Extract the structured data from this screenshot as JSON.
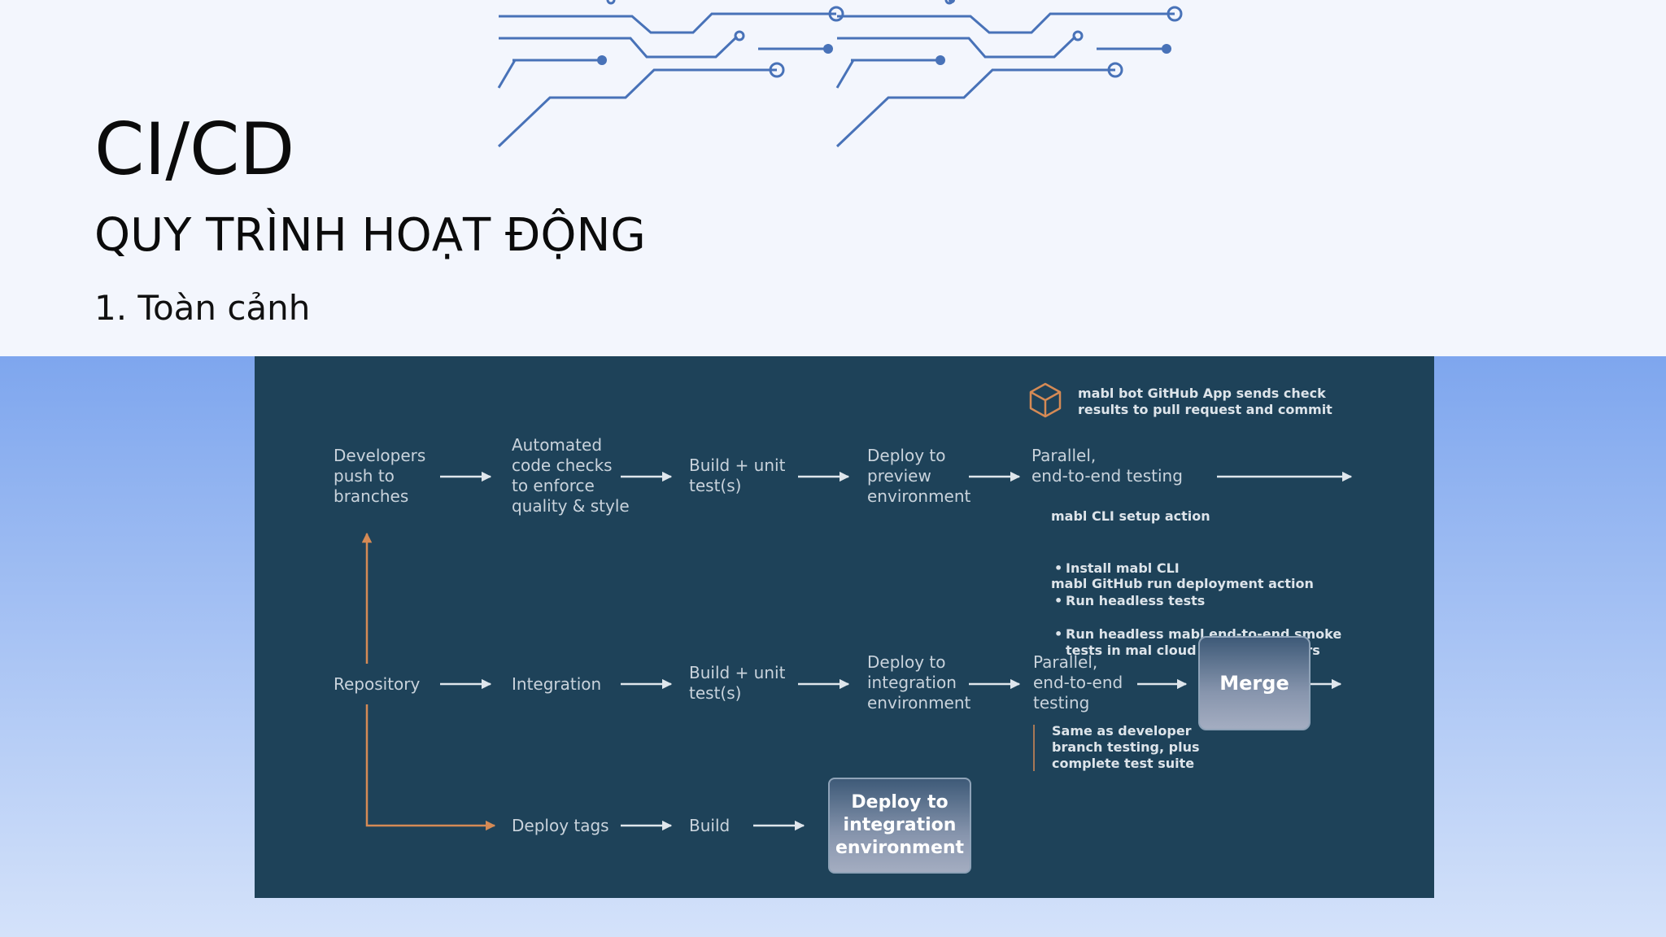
{
  "slide": {
    "title": "CI/CD",
    "subtitle": "QUY TRÌNH HOẠT ĐỘNG",
    "section": "1. Toàn cảnh"
  },
  "diagram": {
    "header_icon": "cube-icon",
    "header_note": "mabl bot GitHub App sends check\nresults to pull request and commit",
    "row1": {
      "source": "Developers\npush to\nbranches",
      "checks": "Automated\ncode checks\nto enforce\nquality & style",
      "build": "Build + unit\ntest(s)",
      "deploy": "Deploy to\npreview\nenvironment",
      "testing": "Parallel,\nend-to-end testing"
    },
    "notes": {
      "cli_title": "mabl CLI setup action",
      "cli_items": [
        "Install mabl CLI",
        "Run headless tests"
      ],
      "gh_title": "mabl GitHub run deployment action",
      "gh_items": [
        "Run headless mabl end-to-end smoke\ntests in mal cloud across browsers"
      ]
    },
    "row2": {
      "source": "Repository",
      "integration": "Integration",
      "build": "Build + unit\ntest(s)",
      "deploy": "Deploy to\nintegration\nenvironment",
      "testing": "Parallel,\nend-to-end\ntesting",
      "merge": "Merge",
      "testing_note": "Same as developer\nbranch testing, plus\ncomplete test suite"
    },
    "row3": {
      "tags": "Deploy tags",
      "build": "Build",
      "deploy": "Deploy to\nintegration\nenvironment"
    },
    "colors": {
      "background": "#1e4259",
      "arrow": "#dfe6ec",
      "accent": "#d58a55"
    }
  }
}
